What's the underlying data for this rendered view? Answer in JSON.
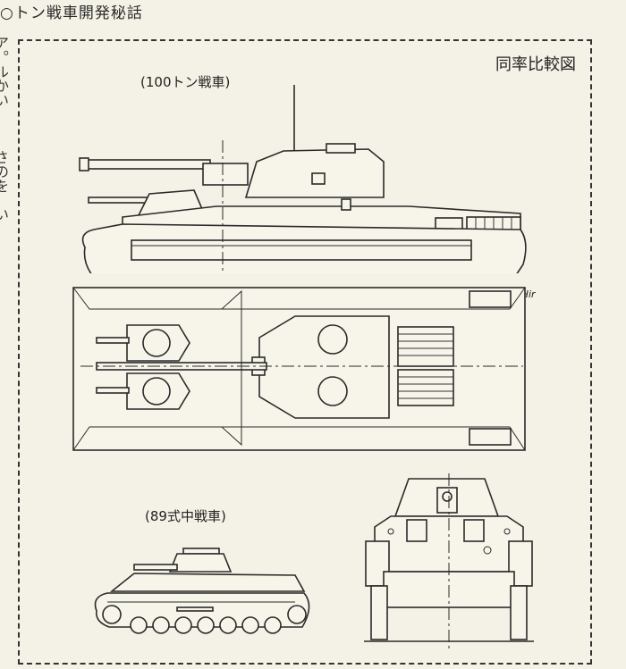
{
  "page": {
    "running_head": "○トン戦車開発秘話",
    "left_column_text": "ア。ルかい　　　さのを　い"
  },
  "figure": {
    "title": "同率比較図",
    "labels": {
      "tank_100t": "(100トン戦車)",
      "tank_type89": "(89式中戦車)"
    },
    "signature": "K.Hir"
  }
}
